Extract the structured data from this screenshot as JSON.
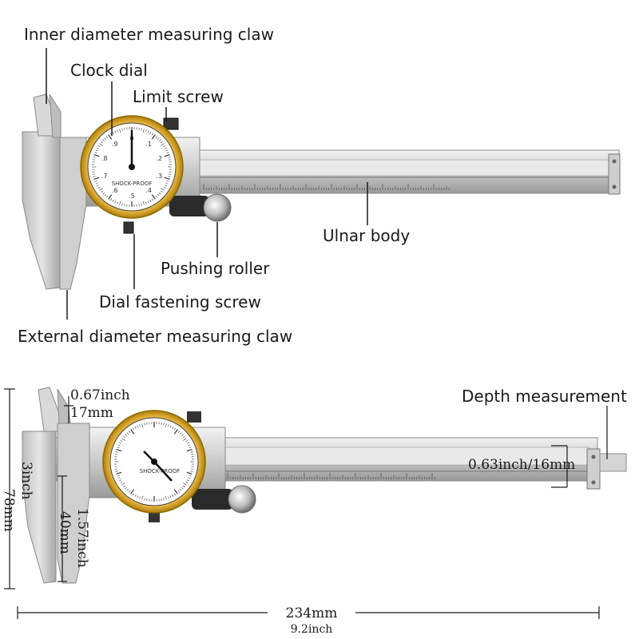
{
  "top_diagram": {
    "labels": {
      "inner_claw": "Inner diameter measuring claw",
      "clock_dial": "Clock dial",
      "limit_screw": "Limit screw",
      "ulnar_body": "Ulnar body",
      "pushing_roller": "Pushing roller",
      "dial_fastening_screw": "Dial fastening screw",
      "external_claw": "External diameter measuring claw"
    },
    "dial": {
      "numbers": [
        "0",
        ".1",
        ".2",
        ".3",
        ".4",
        ".5",
        ".6",
        ".7",
        ".8",
        ".9"
      ],
      "brand": "SHOCK-PROOF"
    }
  },
  "bottom_diagram": {
    "labels": {
      "depth_measurement": "Depth measurement"
    },
    "dimensions": {
      "claw_inch": "0.67inch",
      "claw_mm": "17mm",
      "depth": "0.63inch/16mm",
      "height_mm": "78mm",
      "height_inch": "3inch",
      "inner_inch": "1.57inch",
      "inner_mm": "40mm",
      "length_mm": "234mm",
      "length_inch": "9.2inch"
    },
    "dial": {
      "brand": "SHOCK-PROOF"
    }
  },
  "colors": {
    "steel_light": "#dcdcdc",
    "steel_dark": "#8a8a8a",
    "dial_rim": "#d9a21b",
    "text": "#1a1a1a"
  }
}
